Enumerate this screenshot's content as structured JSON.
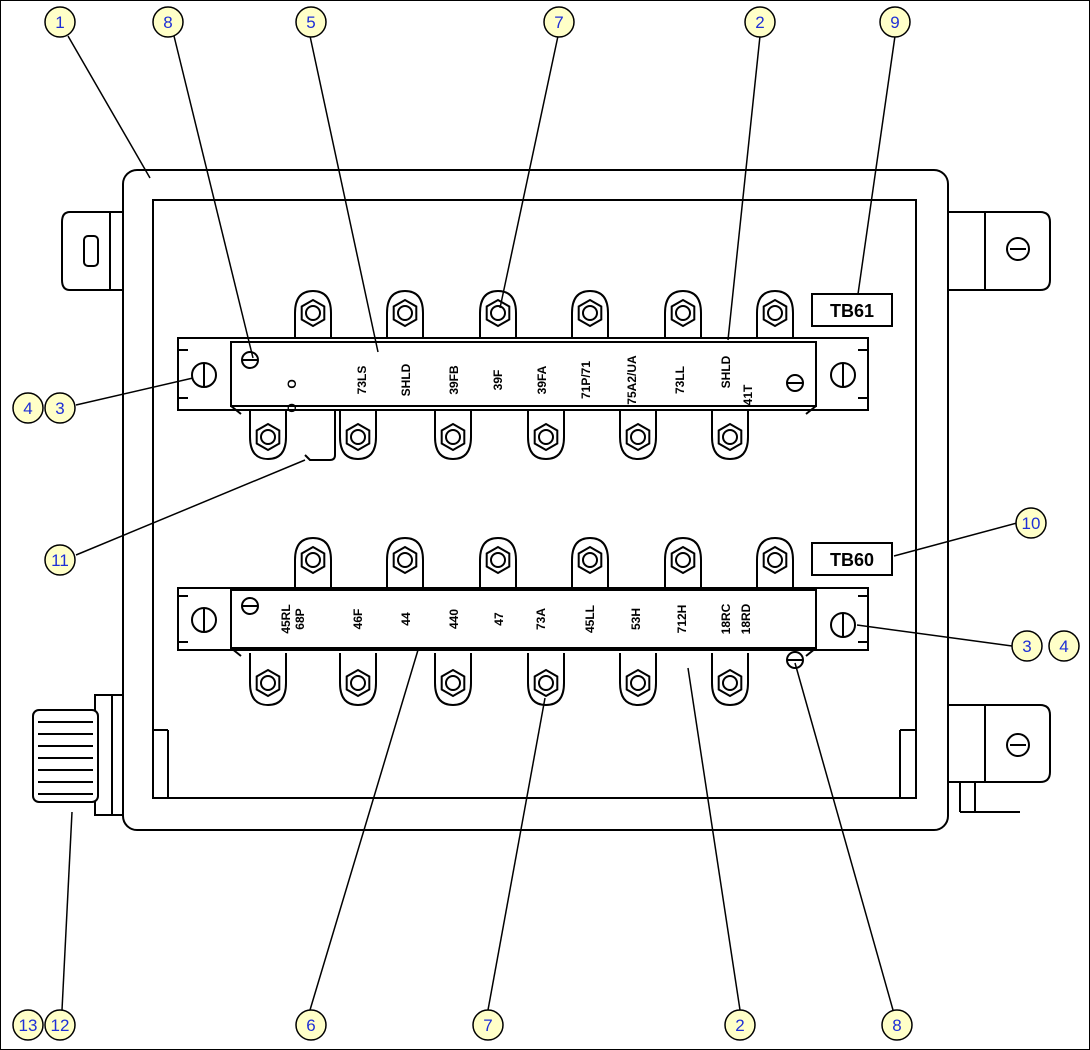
{
  "colors": {
    "callout_text": "#1e2fd6",
    "callout_fill": "#ffffc8",
    "line": "#000000"
  },
  "tags": {
    "upper": "TB61",
    "lower": "TB60"
  },
  "upper_strip_labels": [
    "O",
    "O",
    "73LS",
    "SHLD",
    "39FB",
    "39F",
    "39FA",
    "71P/71",
    "75A2/UA",
    "73LL",
    "SHLD",
    "41T"
  ],
  "lower_strip_labels": [
    "45RL",
    "68P",
    "46F",
    "44",
    "440",
    "47",
    "73A",
    "45LL",
    "53H",
    "712H",
    "18RC",
    "18RD"
  ],
  "callouts": [
    {
      "id": "c1",
      "num": "1"
    },
    {
      "id": "c8a",
      "num": "8"
    },
    {
      "id": "c5",
      "num": "5"
    },
    {
      "id": "c7a",
      "num": "7"
    },
    {
      "id": "c2a",
      "num": "2"
    },
    {
      "id": "c9",
      "num": "9"
    },
    {
      "id": "c4a",
      "num": "4"
    },
    {
      "id": "c3a",
      "num": "3"
    },
    {
      "id": "c11",
      "num": "11"
    },
    {
      "id": "c10",
      "num": "10"
    },
    {
      "id": "c3b",
      "num": "3"
    },
    {
      "id": "c4b",
      "num": "4"
    },
    {
      "id": "c13",
      "num": "13"
    },
    {
      "id": "c12",
      "num": "12"
    },
    {
      "id": "c6",
      "num": "6"
    },
    {
      "id": "c7b",
      "num": "7"
    },
    {
      "id": "c2b",
      "num": "2"
    },
    {
      "id": "c8b",
      "num": "8"
    }
  ]
}
